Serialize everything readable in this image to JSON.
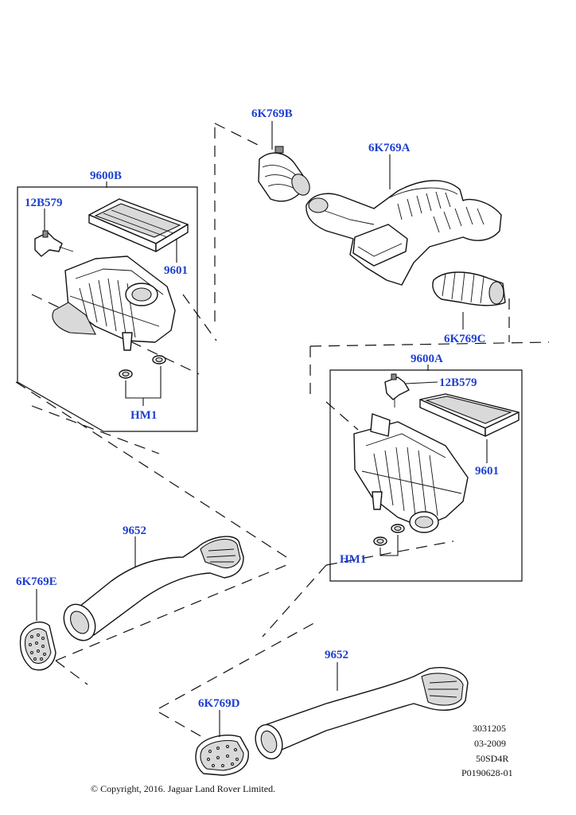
{
  "callouts": {
    "hose_front": "6K769B",
    "intake_duct": "6K769A",
    "hose_rear": "6K769C",
    "cleaner_left": "9600B",
    "sensor_left": "12B579",
    "filter_left": "9601",
    "mount_left": "HM1",
    "cleaner_right": "9600A",
    "sensor_right": "12B579",
    "filter_right": "9601",
    "mount_right": "HM1",
    "inlet_upper": "9652",
    "inlet_lower": "9652",
    "grille_upper": "6K769E",
    "grille_lower": "6K769D"
  },
  "meta": {
    "line1": "3031205",
    "line2": "03-2009",
    "line3": "50SD4R",
    "line4": "P0190628-01",
    "copyright": "© Copyright, 2016. Jaguar Land Rover Limited."
  },
  "colors": {
    "callout": "#1e3fd0",
    "line": "#111111",
    "shade": "#d9d9d9"
  }
}
